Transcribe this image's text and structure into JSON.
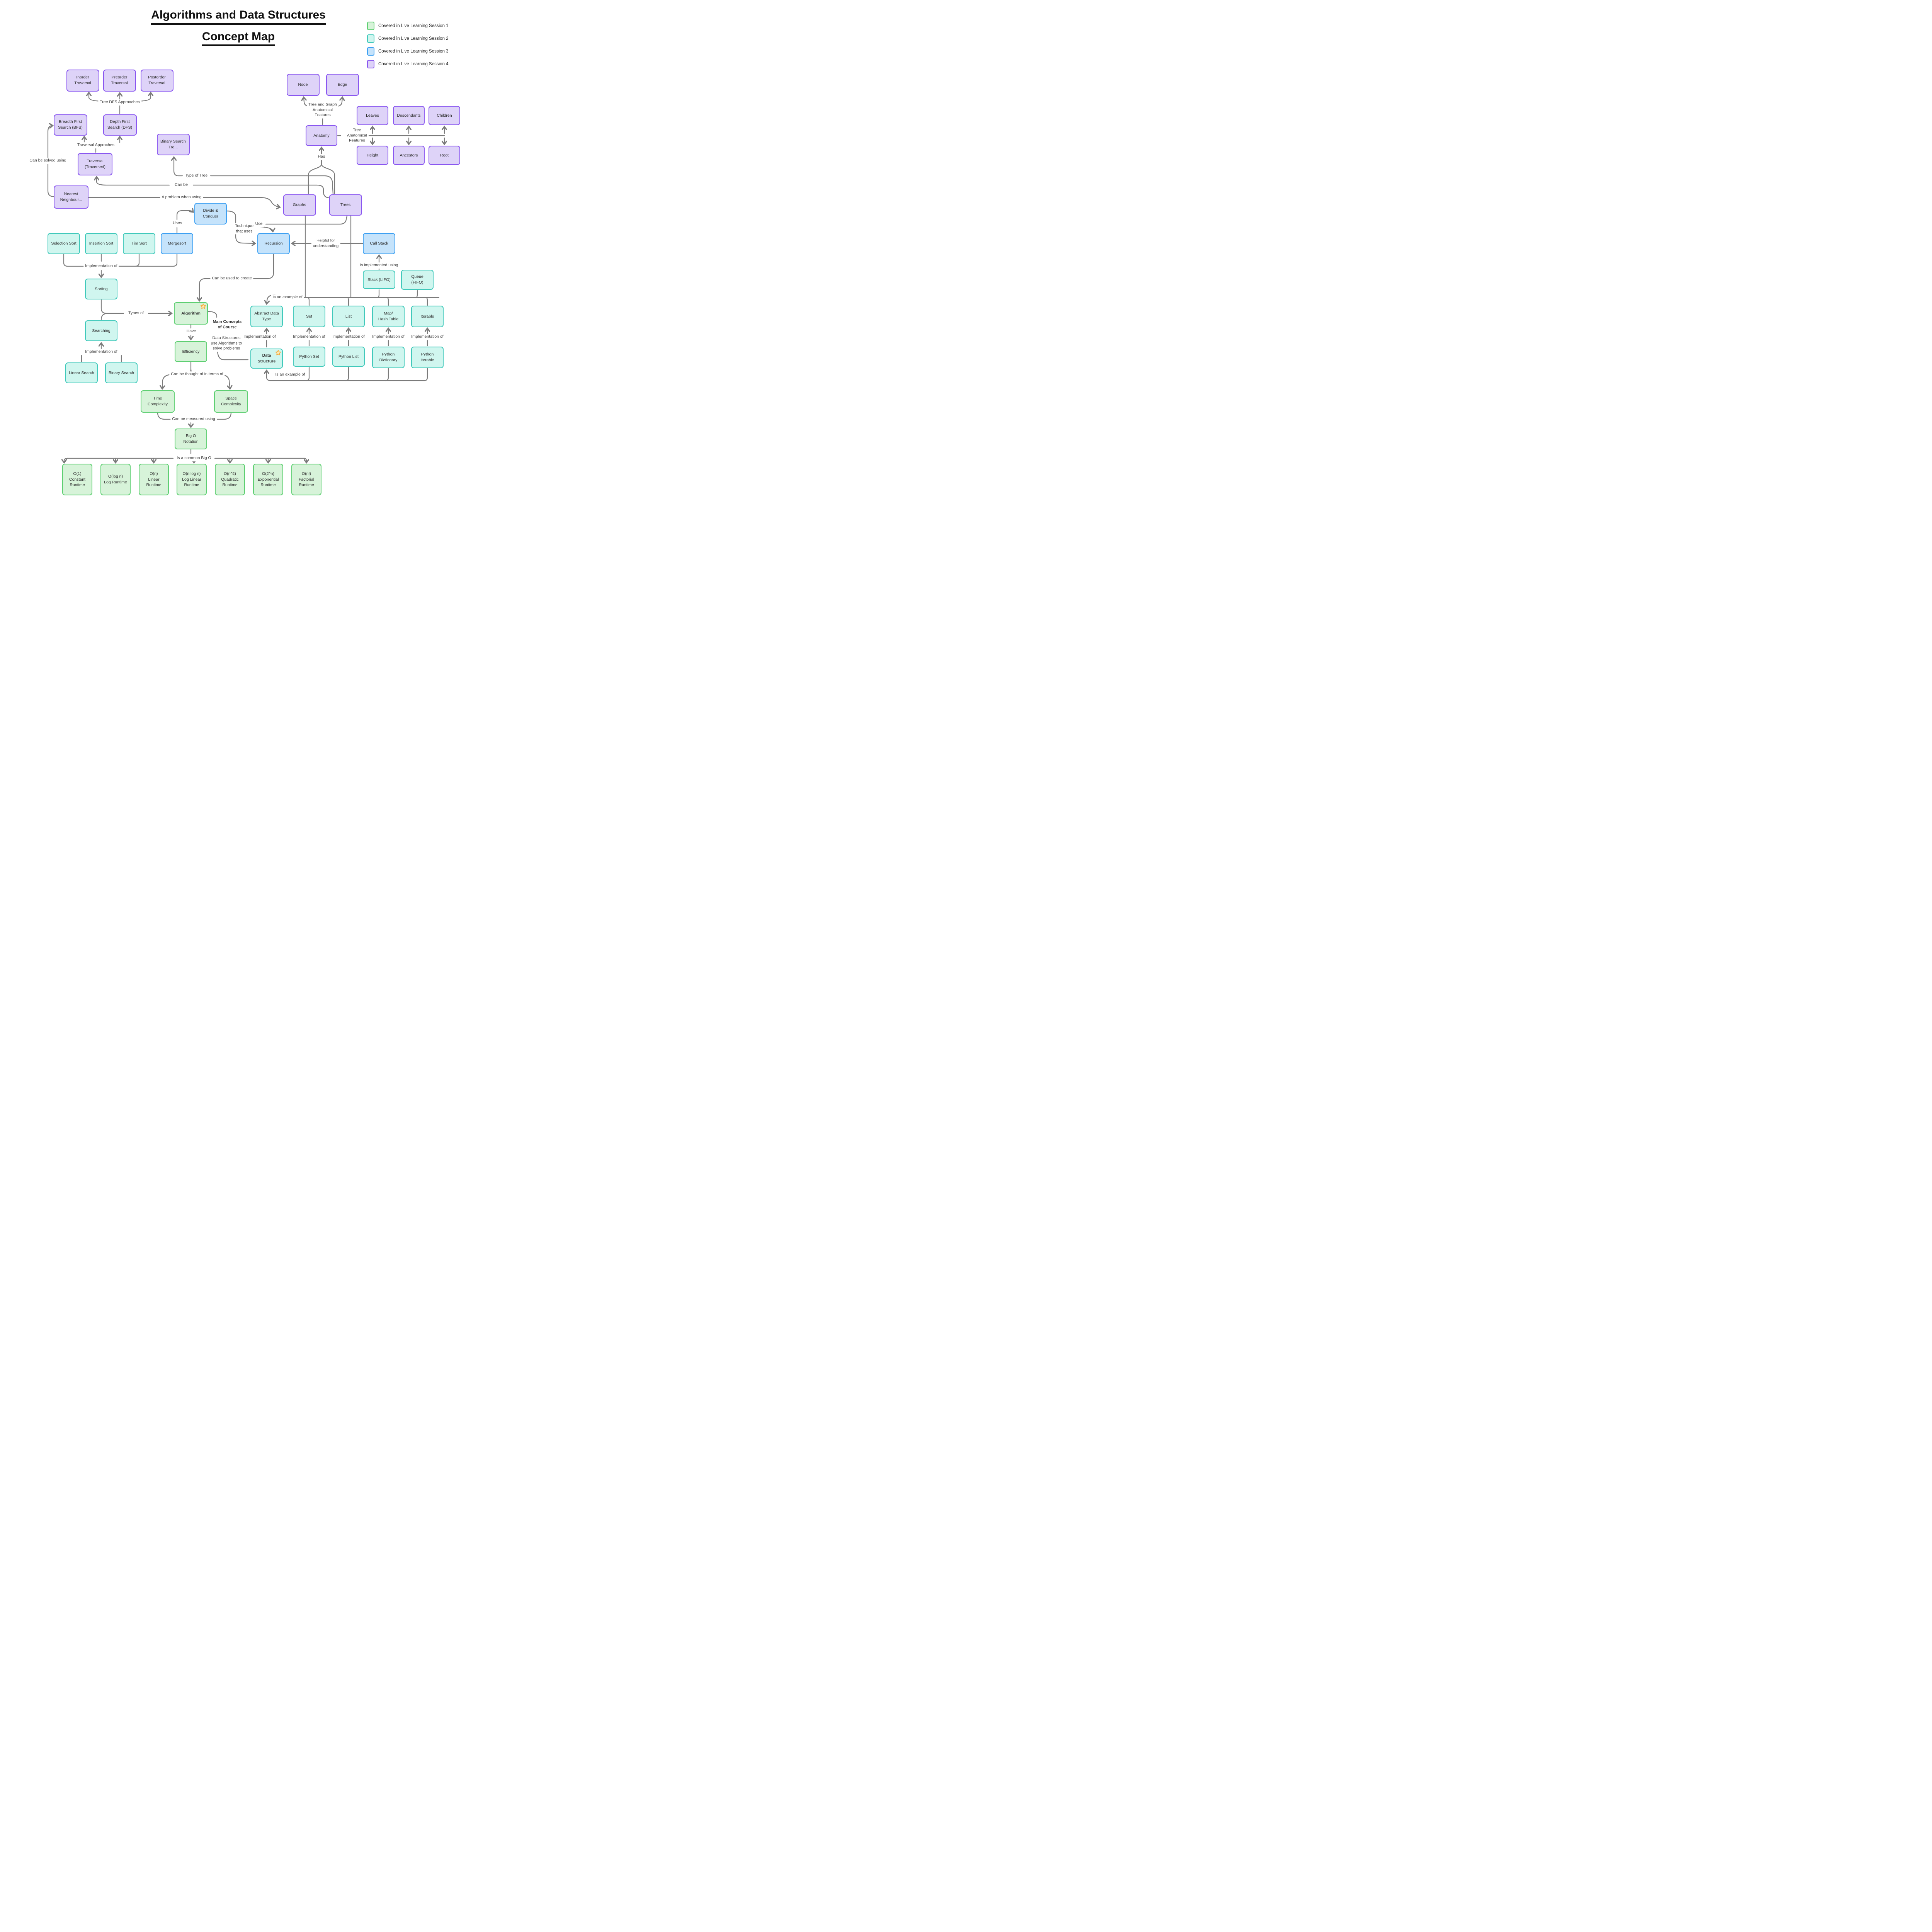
{
  "title": {
    "line1": "Algorithms and Data Structures",
    "line2": "Concept Map"
  },
  "legend": [
    {
      "label": "Covered in Live Learning Session 1",
      "session": 1
    },
    {
      "label": "Covered in Live Learning Session 2",
      "session": 2
    },
    {
      "label": "Covered in Live Learning Session 3",
      "session": 3
    },
    {
      "label": "Covered in Live Learning Session 4",
      "session": 4
    }
  ],
  "colors": {
    "session1": {
      "fill": "#d7f3d9",
      "border": "#5ecf72"
    },
    "session2": {
      "fill": "#d0f6ef",
      "border": "#41c9bb"
    },
    "session3": {
      "fill": "#c5e3fb",
      "border": "#3da0f2"
    },
    "session4": {
      "fill": "#ded3f8",
      "border": "#8a57f0"
    },
    "line": "#7b7b7b",
    "star_fill": "#fdeab5",
    "star_border": "#f6ab3c"
  },
  "nodes": [
    {
      "id": "inorder",
      "label": "Inorder Traversal",
      "session": 4
    },
    {
      "id": "preorder",
      "label": "Preorder Traversal",
      "session": 4
    },
    {
      "id": "postorder",
      "label": "Postorder Traversal",
      "session": 4
    },
    {
      "id": "bfs",
      "label": "Breadth First Search (BFS)",
      "session": 4
    },
    {
      "id": "dfs",
      "label": "Depth First Search (DFS)",
      "session": 4
    },
    {
      "id": "bst",
      "label": "Binary Search Tre...",
      "session": 4
    },
    {
      "id": "traversal",
      "label": "Traversal\n(Traversed)",
      "session": 4
    },
    {
      "id": "nearest",
      "label": "Nearest\nNeighbour...",
      "session": 4
    },
    {
      "id": "node",
      "label": "Node",
      "session": 4
    },
    {
      "id": "edge",
      "label": "Edge",
      "session": 4
    },
    {
      "id": "anatomy",
      "label": "Anatomy",
      "session": 4
    },
    {
      "id": "leaves",
      "label": "Leaves",
      "session": 4
    },
    {
      "id": "descendants",
      "label": "Descendants",
      "session": 4
    },
    {
      "id": "children",
      "label": "Children",
      "session": 4
    },
    {
      "id": "height",
      "label": "Height",
      "session": 4
    },
    {
      "id": "ancestors",
      "label": "Ancestors",
      "session": 4
    },
    {
      "id": "root",
      "label": "Root",
      "session": 4
    },
    {
      "id": "graphs",
      "label": "Graphs",
      "session": 4
    },
    {
      "id": "trees",
      "label": "Trees",
      "session": 4
    },
    {
      "id": "divide",
      "label": "Divide &\nConquer",
      "session": 3
    },
    {
      "id": "selection",
      "label": "Selection Sort",
      "session": 2
    },
    {
      "id": "insertion",
      "label": "Insertion Sort",
      "session": 2
    },
    {
      "id": "timsort",
      "label": "Tim Sort",
      "session": 2
    },
    {
      "id": "mergesort",
      "label": "Mergesort",
      "session": 3
    },
    {
      "id": "recursion",
      "label": "Recursion",
      "session": 3
    },
    {
      "id": "callstack",
      "label": "Call Stack",
      "session": 3
    },
    {
      "id": "sorting",
      "label": "Sorting",
      "session": 2
    },
    {
      "id": "stacklifo",
      "label": "Stack (LIFO)",
      "session": 2
    },
    {
      "id": "queuefifo",
      "label": "Queue\n(FIFO)",
      "session": 2
    },
    {
      "id": "algorithm",
      "label": "Algorithm",
      "session": 1,
      "bold": true,
      "star": true
    },
    {
      "id": "adt",
      "label": "Abstract Data Type",
      "session": 2
    },
    {
      "id": "set",
      "label": "Set",
      "session": 2
    },
    {
      "id": "list",
      "label": "List",
      "session": 2
    },
    {
      "id": "map",
      "label": "Map/\nHash Table",
      "session": 2
    },
    {
      "id": "iterable",
      "label": "Iterable",
      "session": 2
    },
    {
      "id": "searching",
      "label": "Searching",
      "session": 2
    },
    {
      "id": "efficiency",
      "label": "Efficiency",
      "session": 1
    },
    {
      "id": "datastructure",
      "label": "Data\nStructure",
      "session": 2,
      "bold": true,
      "star": true
    },
    {
      "id": "pyset",
      "label": "Python Set",
      "session": 2
    },
    {
      "id": "pylist",
      "label": "Python List",
      "session": 2
    },
    {
      "id": "pydict",
      "label": "Python\nDictionary",
      "session": 2
    },
    {
      "id": "pyiter",
      "label": "Python\nIterable",
      "session": 2
    },
    {
      "id": "linear",
      "label": "Linear Search",
      "session": 2
    },
    {
      "id": "binary",
      "label": "Binary Search",
      "session": 2
    },
    {
      "id": "time",
      "label": "Time\nComplexity",
      "session": 1
    },
    {
      "id": "space",
      "label": "Space\nComplexity",
      "session": 1
    },
    {
      "id": "bigo",
      "label": "Big O\nNotation",
      "session": 1
    },
    {
      "id": "o1",
      "label": "O(1)\nConstant\nRuntime",
      "session": 1
    },
    {
      "id": "olog",
      "label": "O(log n)\nLog Runtime",
      "session": 1
    },
    {
      "id": "on",
      "label": "O(n)\nLinear\nRuntime",
      "session": 1
    },
    {
      "id": "onlogn",
      "label": "O(n log n)\nLog Linear\nRuntime",
      "session": 1
    },
    {
      "id": "on2",
      "label": "O(n^2)\nQuadratic\nRuntime",
      "session": 1
    },
    {
      "id": "o2n",
      "label": "O(2^n)\nExponential\nRuntime",
      "session": 1
    },
    {
      "id": "ofact",
      "label": "O(n!)\nFactorial\nRuntime",
      "session": 1
    }
  ],
  "edge_labels": [
    {
      "id": "tree_dfs",
      "text": "Tree DFS Approaches"
    },
    {
      "id": "trav_app",
      "text": "Traversal Approches"
    },
    {
      "id": "can_solved",
      "text": "Can be solved using"
    },
    {
      "id": "type_tree",
      "text": "Type of Tree"
    },
    {
      "id": "can_be",
      "text": "Can be"
    },
    {
      "id": "problem",
      "text": "A problem when using"
    },
    {
      "id": "tg_anat",
      "text": "Tree and Graph\nAnatomical\nFeatures"
    },
    {
      "id": "t_anat",
      "text": "Tree\nAnatomical\nFeatures"
    },
    {
      "id": "has",
      "text": "Has"
    },
    {
      "id": "uses",
      "text": "Uses"
    },
    {
      "id": "technique",
      "text": "Technique\nthat uses"
    },
    {
      "id": "use",
      "text": "Use"
    },
    {
      "id": "helpful",
      "text": "Helpful for\nunderstanding"
    },
    {
      "id": "impl_sorts",
      "text": "Implementation of"
    },
    {
      "id": "impl_cs",
      "text": "is implemented using"
    },
    {
      "id": "can_create",
      "text": "Can be used to create"
    },
    {
      "id": "example_up",
      "text": "Is an example of"
    },
    {
      "id": "types_of",
      "text": "Types of"
    },
    {
      "id": "have",
      "text": "Have"
    },
    {
      "id": "main_concepts",
      "text": "Main Concepts\nof Course",
      "bold": true
    },
    {
      "id": "course_note",
      "text": "Data Structures\nuse Algorithms to\nsolve problems"
    },
    {
      "id": "impl_adt",
      "text": "Implementation of"
    },
    {
      "id": "impl_set",
      "text": "Implementation of"
    },
    {
      "id": "impl_list",
      "text": "Implementation of"
    },
    {
      "id": "impl_map",
      "text": "Implementation of"
    },
    {
      "id": "impl_iter",
      "text": "Implementation of"
    },
    {
      "id": "impl_search",
      "text": "Implementation of"
    },
    {
      "id": "example_low",
      "text": "Is an example of"
    },
    {
      "id": "can_thought",
      "text": "Can be thought of in terms of"
    },
    {
      "id": "can_measured",
      "text": "Can be measured using"
    },
    {
      "id": "common_bigo",
      "text": "Is a common Big O"
    }
  ]
}
